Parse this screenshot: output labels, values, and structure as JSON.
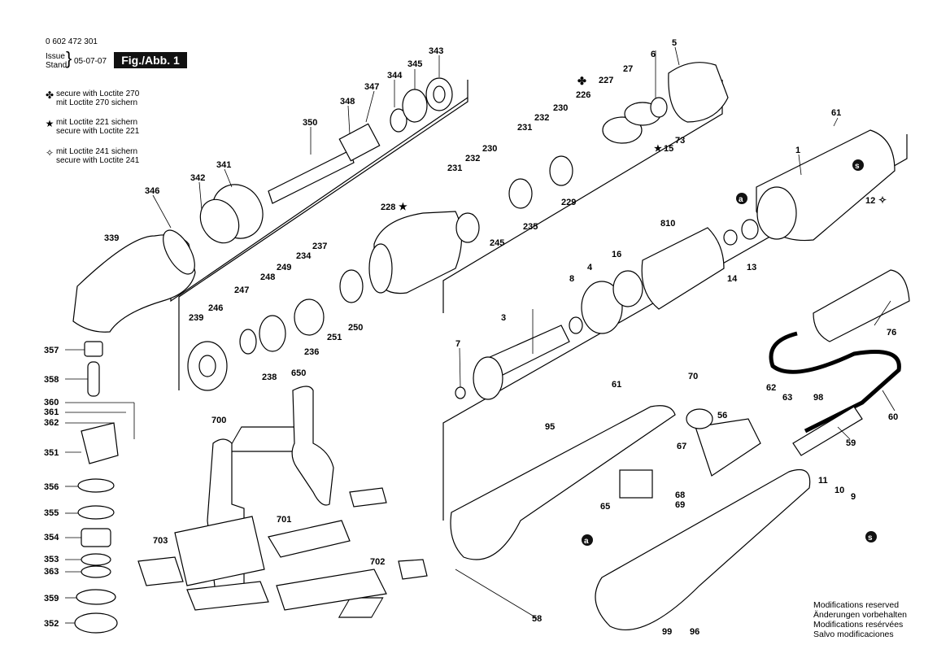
{
  "header": {
    "part_number": "0 602 472 301",
    "issue_label": "Issue",
    "stand_label": "Stand",
    "date": "05-07-07",
    "figure_label": "Fig./Abb. 1"
  },
  "legend": [
    {
      "icon": "clover-icon",
      "symbol": "✤",
      "line1": "secure with Loctite 270",
      "line2": "mit Loctite 270 sichern"
    },
    {
      "icon": "star-icon",
      "symbol": "★",
      "line1": "mit Loctite 221 sichern",
      "line2": "secure with Loctite 221"
    },
    {
      "icon": "four-point-star-icon",
      "symbol": "✧",
      "line1": "mit Loctite 241 sichern",
      "line2": "secure with Loctite 241"
    }
  ],
  "modifications": [
    "Modifications reserved",
    "Änderungen vorbehalten",
    "Modifications resérvées",
    "Salvo modificaciones"
  ],
  "callouts": [
    {
      "id": "343",
      "text": "343"
    },
    {
      "id": "345",
      "text": "345"
    },
    {
      "id": "344",
      "text": "344"
    },
    {
      "id": "347",
      "text": "347"
    },
    {
      "id": "348",
      "text": "348"
    },
    {
      "id": "350",
      "text": "350"
    },
    {
      "id": "341",
      "text": "341"
    },
    {
      "id": "342",
      "text": "342"
    },
    {
      "id": "346",
      "text": "346"
    },
    {
      "id": "339",
      "text": "339"
    },
    {
      "id": "357",
      "text": "357"
    },
    {
      "id": "358",
      "text": "358"
    },
    {
      "id": "360",
      "text": "360"
    },
    {
      "id": "361",
      "text": "361"
    },
    {
      "id": "362",
      "text": "362"
    },
    {
      "id": "351",
      "text": "351"
    },
    {
      "id": "356",
      "text": "356"
    },
    {
      "id": "355",
      "text": "355"
    },
    {
      "id": "354",
      "text": "354"
    },
    {
      "id": "353",
      "text": "353"
    },
    {
      "id": "363",
      "text": "363"
    },
    {
      "id": "359",
      "text": "359"
    },
    {
      "id": "352",
      "text": "352"
    },
    {
      "id": "239",
      "text": "239"
    },
    {
      "id": "246",
      "text": "246"
    },
    {
      "id": "247",
      "text": "247"
    },
    {
      "id": "238",
      "text": "238"
    },
    {
      "id": "248",
      "text": "248"
    },
    {
      "id": "249",
      "text": "249"
    },
    {
      "id": "234",
      "text": "234"
    },
    {
      "id": "237",
      "text": "237"
    },
    {
      "id": "236",
      "text": "236"
    },
    {
      "id": "251",
      "text": "251"
    },
    {
      "id": "250",
      "text": "250"
    },
    {
      "id": "228",
      "text": "228"
    },
    {
      "id": "231a",
      "text": "231"
    },
    {
      "id": "232a",
      "text": "232"
    },
    {
      "id": "230a",
      "text": "230"
    },
    {
      "id": "245",
      "text": "245"
    },
    {
      "id": "235",
      "text": "235"
    },
    {
      "id": "231b",
      "text": "231"
    },
    {
      "id": "232b",
      "text": "232"
    },
    {
      "id": "230b",
      "text": "230"
    },
    {
      "id": "226",
      "text": "226"
    },
    {
      "id": "229",
      "text": "229"
    },
    {
      "id": "227",
      "text": "227"
    },
    {
      "id": "27",
      "text": "27"
    },
    {
      "id": "6",
      "text": "6"
    },
    {
      "id": "5",
      "text": "5"
    },
    {
      "id": "73",
      "text": "73"
    },
    {
      "id": "15",
      "text": "15"
    },
    {
      "id": "61a",
      "text": "61"
    },
    {
      "id": "1",
      "text": "1"
    },
    {
      "id": "12",
      "text": "12"
    },
    {
      "id": "810",
      "text": "810"
    },
    {
      "id": "16",
      "text": "16"
    },
    {
      "id": "4",
      "text": "4"
    },
    {
      "id": "8",
      "text": "8"
    },
    {
      "id": "14",
      "text": "14"
    },
    {
      "id": "13",
      "text": "13"
    },
    {
      "id": "3",
      "text": "3"
    },
    {
      "id": "7",
      "text": "7"
    },
    {
      "id": "76",
      "text": "76"
    },
    {
      "id": "650",
      "text": "650"
    },
    {
      "id": "700",
      "text": "700"
    },
    {
      "id": "701",
      "text": "701"
    },
    {
      "id": "703",
      "text": "703"
    },
    {
      "id": "702",
      "text": "702"
    },
    {
      "id": "61b",
      "text": "61"
    },
    {
      "id": "70",
      "text": "70"
    },
    {
      "id": "62",
      "text": "62"
    },
    {
      "id": "63",
      "text": "63"
    },
    {
      "id": "98",
      "text": "98"
    },
    {
      "id": "60",
      "text": "60"
    },
    {
      "id": "95",
      "text": "95"
    },
    {
      "id": "56",
      "text": "56"
    },
    {
      "id": "67",
      "text": "67"
    },
    {
      "id": "59",
      "text": "59"
    },
    {
      "id": "65",
      "text": "65"
    },
    {
      "id": "68",
      "text": "68"
    },
    {
      "id": "69",
      "text": "69"
    },
    {
      "id": "11",
      "text": "11"
    },
    {
      "id": "10",
      "text": "10"
    },
    {
      "id": "9",
      "text": "9"
    },
    {
      "id": "58",
      "text": "58"
    },
    {
      "id": "99",
      "text": "99"
    },
    {
      "id": "96",
      "text": "96"
    }
  ],
  "markers": [
    {
      "id": "a1",
      "text": "a"
    },
    {
      "id": "s1",
      "text": "s"
    },
    {
      "id": "a2",
      "text": "a"
    },
    {
      "id": "s2",
      "text": "s"
    }
  ]
}
